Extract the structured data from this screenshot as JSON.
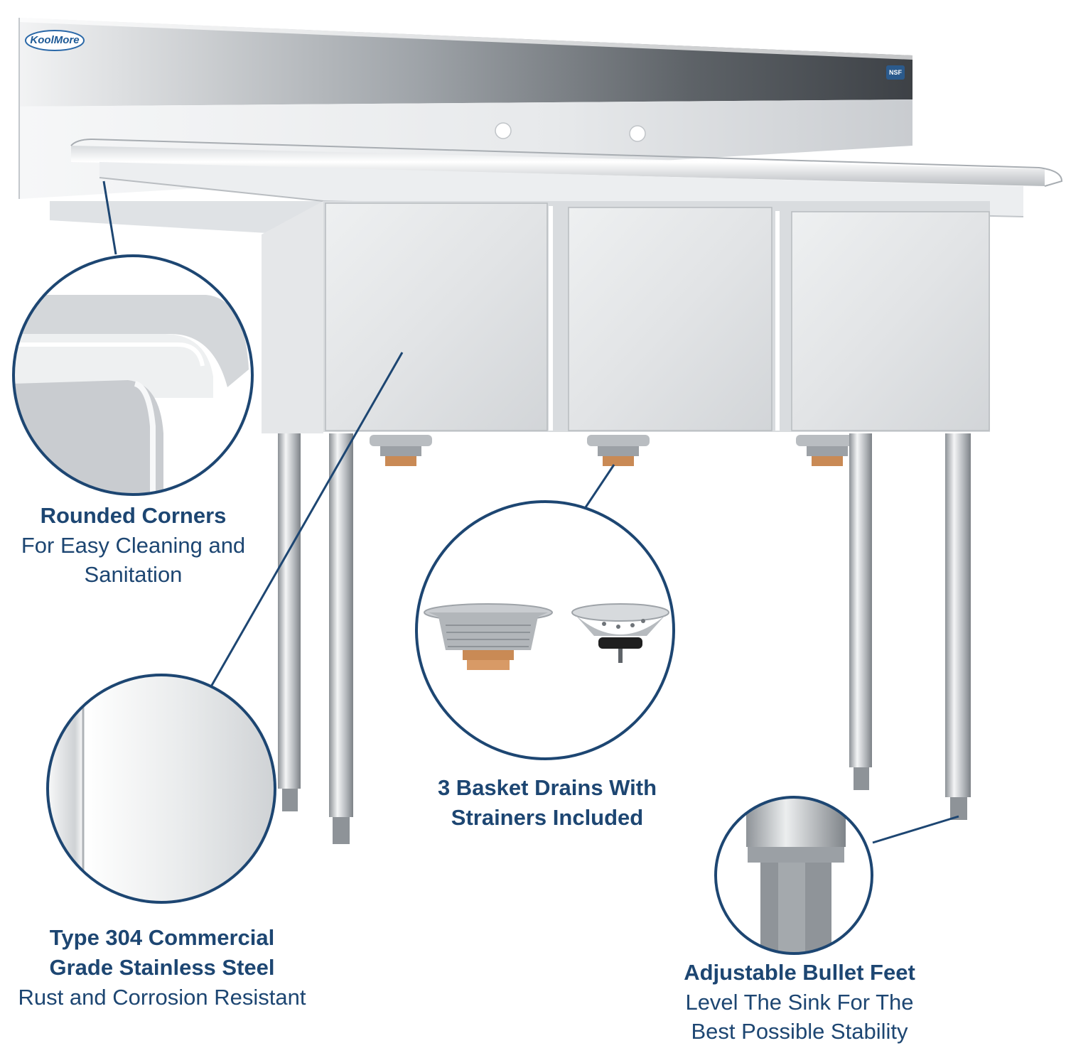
{
  "brand": {
    "logo_text": "KoolMore",
    "cert_mark": "NSF"
  },
  "colors": {
    "accent": "#1d4672",
    "steel_light": "#e6e8ea",
    "steel_dark": "#8c9196",
    "copper": "#c98a55"
  },
  "features": [
    {
      "title": "Rounded Corners",
      "lines": [
        "For Easy Cleaning and",
        "Sanitation"
      ]
    },
    {
      "title_lines": [
        "Type 304 Commercial",
        "Grade Stainless Steel"
      ],
      "subtitle": "Rust and Corrosion Resistant"
    },
    {
      "title_lines": [
        "3 Basket Drains With",
        "Strainers Included"
      ]
    },
    {
      "title": "Adjustable Bullet Feet",
      "lines": [
        "Level The Sink For The",
        "Best Possible Stability"
      ]
    }
  ]
}
